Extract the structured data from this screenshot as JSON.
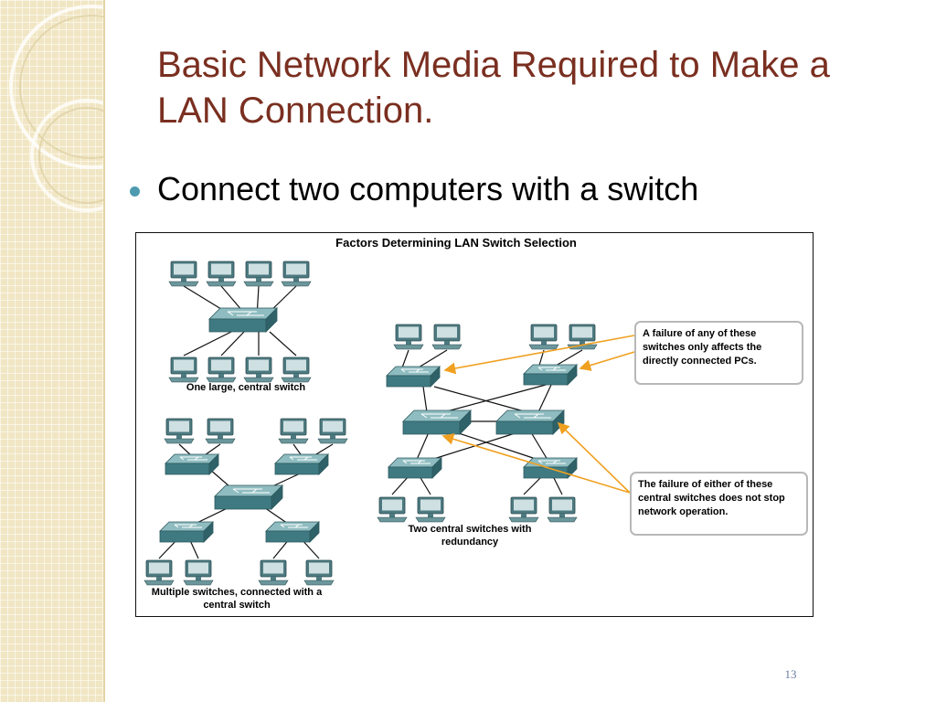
{
  "slide": {
    "title": "Basic Network Media Required to Make a LAN Connection.",
    "bullet": "Connect two computers with a switch",
    "page_number": "13"
  },
  "figure": {
    "title": "Factors Determining LAN Switch Selection",
    "labels": {
      "one_switch": "One large, central switch",
      "multi_switch": "Multiple switches, connected with a central switch",
      "two_central": "Two central switches with redundancy"
    },
    "callouts": {
      "top": "A failure of any of these switches only affects the directly connected PCs.",
      "bottom": "The failure of either of these central switches does not stop network operation."
    }
  },
  "colors": {
    "title_text": "#7a2f20",
    "bullet_dot": "#4e9bb0",
    "switch": "#3f7a82",
    "monitor": "#4d7a80",
    "arrow": "#f0a020",
    "sidebar": "#f1e6c4"
  }
}
